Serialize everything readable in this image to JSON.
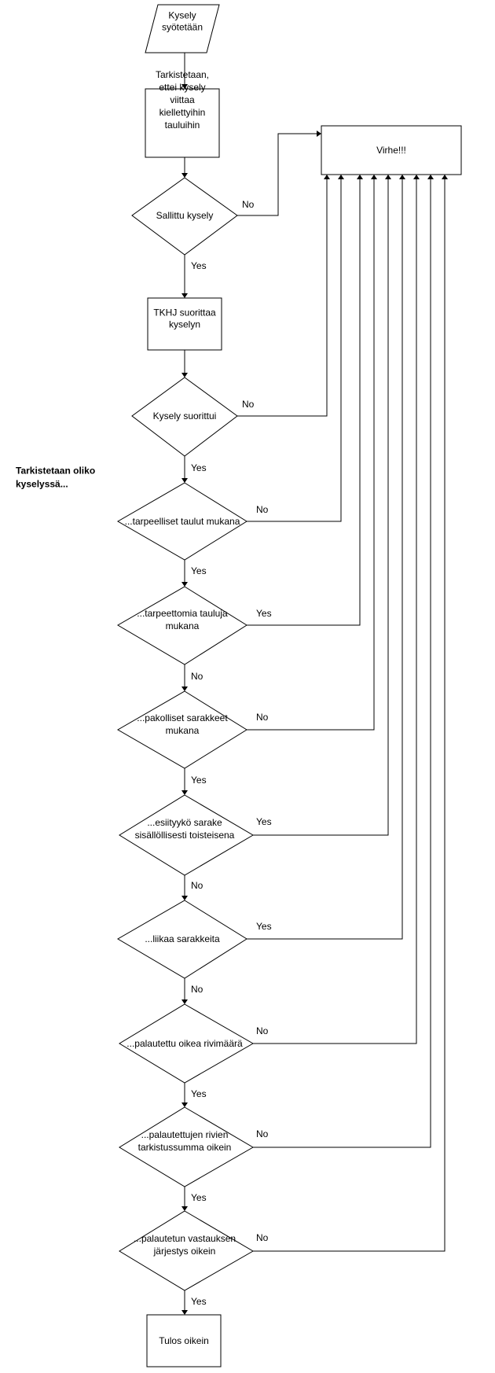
{
  "diagram": {
    "side_note": [
      "Tarkistetaan oliko",
      "kyselyssä..."
    ],
    "error_box": "Virhe!!!",
    "start": [
      "Kysely",
      "syötetään"
    ],
    "check_tables": [
      "Tarkistetaan,",
      "ettei kysely",
      "viittaa",
      "kiellettyihin",
      "tauluihin"
    ],
    "allowed": [
      "Sallittu kysely"
    ],
    "execute": [
      "TKHJ suorittaa",
      "kyselyn"
    ],
    "executed": [
      "Kysely suorittui"
    ],
    "needed_tables": [
      "...tarpeelliset taulut mukana"
    ],
    "unneeded_tables": [
      "...tarpeettomia tauluja",
      "mukana"
    ],
    "required_columns": [
      "...pakolliset sarakkeet",
      "mukana"
    ],
    "duplicate_column": [
      "...esiityykö sarake",
      "sisällöllisesti toisteisena"
    ],
    "too_many_columns": [
      "...liikaa sarakkeita"
    ],
    "row_count": [
      "...palautettu oikea rivimäärä"
    ],
    "checksum": [
      "...palautettujen rivien",
      "tarkistussumma oikein"
    ],
    "order": [
      "...palautetun vastauksen",
      "järjestys oikein"
    ],
    "result": [
      "Tulos oikein"
    ],
    "labels": {
      "allowed_no": "No",
      "allowed_yes": "Yes",
      "executed_no": "No",
      "executed_yes": "Yes",
      "needed_no": "No",
      "needed_yes": "Yes",
      "unneeded_yes": "Yes",
      "unneeded_no": "No",
      "required_no": "No",
      "required_yes": "Yes",
      "duplicate_yes": "Yes",
      "duplicate_no": "No",
      "toomany_yes": "Yes",
      "toomany_no": "No",
      "rowcount_no": "No",
      "rowcount_yes": "Yes",
      "checksum_no": "No",
      "checksum_yes": "Yes",
      "order_no": "No",
      "order_yes": "Yes"
    }
  }
}
